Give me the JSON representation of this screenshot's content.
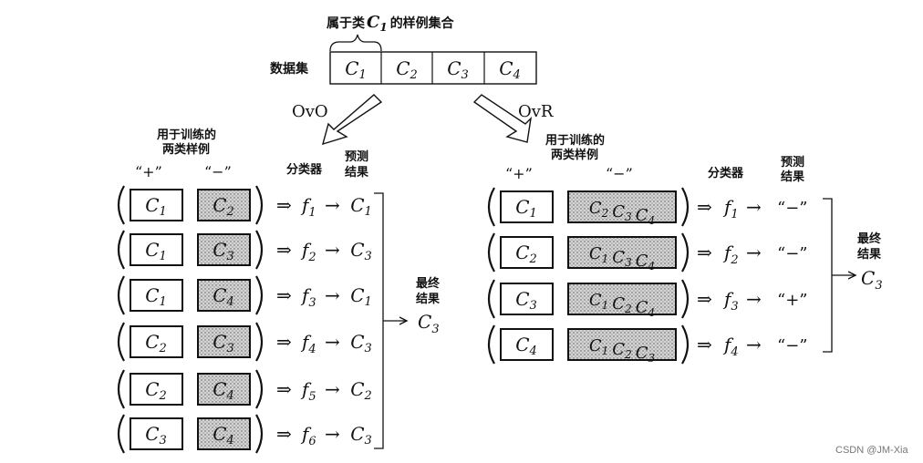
{
  "top": {
    "brace_label_prefix": "属于类",
    "brace_label_class": "C",
    "brace_label_sub": "1",
    "brace_label_suffix": "的样例集合",
    "dataset_label": "数据集",
    "dataset_cells": [
      {
        "c": "C",
        "s": "1"
      },
      {
        "c": "C",
        "s": "2"
      },
      {
        "c": "C",
        "s": "3"
      },
      {
        "c": "C",
        "s": "4"
      }
    ]
  },
  "ovo": {
    "arrow_label": "OvO",
    "header_line1": "用于训练的",
    "header_line2": "两类样例",
    "plus_label": "“+”",
    "minus_label": "“−”",
    "classifier_label": "分类器",
    "pred_line1": "预测",
    "pred_line2": "结果",
    "final_line1": "最终",
    "final_line2": "结果",
    "final_class": "C",
    "final_sub": "3",
    "rows": [
      {
        "pos": "C1",
        "neg": "C2",
        "f": "1",
        "pred": "C1"
      },
      {
        "pos": "C1",
        "neg": "C3",
        "f": "2",
        "pred": "C3"
      },
      {
        "pos": "C1",
        "neg": "C4",
        "f": "3",
        "pred": "C1"
      },
      {
        "pos": "C2",
        "neg": "C3",
        "f": "4",
        "pred": "C3"
      },
      {
        "pos": "C2",
        "neg": "C4",
        "f": "5",
        "pred": "C2"
      },
      {
        "pos": "C3",
        "neg": "C4",
        "f": "6",
        "pred": "C3"
      }
    ]
  },
  "ovr": {
    "arrow_label": "OvR",
    "header_line1": "用于训练的",
    "header_line2": "两类样例",
    "plus_label": "“+”",
    "minus_label": "“−”",
    "classifier_label": "分类器",
    "pred_line1": "预测",
    "pred_line2": "结果",
    "final_line1": "最终",
    "final_line2": "结果",
    "final_class": "C",
    "final_sub": "3",
    "rows": [
      {
        "pos": "C1",
        "neg": "C2 C3 C4",
        "f": "1",
        "pred": "“−”"
      },
      {
        "pos": "C2",
        "neg": "C1 C3 C4",
        "f": "2",
        "pred": "“−”"
      },
      {
        "pos": "C3",
        "neg": "C1 C2 C4",
        "f": "3",
        "pred": "“+”"
      },
      {
        "pos": "C4",
        "neg": "C1 C2 C3",
        "f": "4",
        "pred": "“−”"
      }
    ]
  },
  "watermark": "CSDN @JM-Xia"
}
